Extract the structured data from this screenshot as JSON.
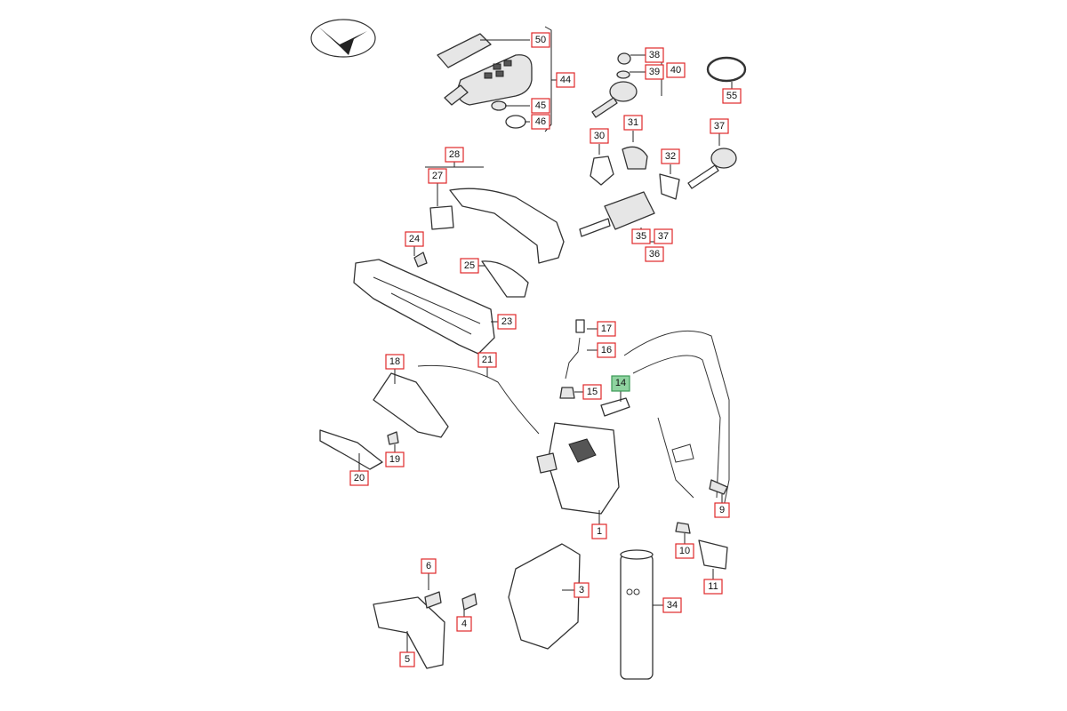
{
  "diagram": {
    "selected_part": "14",
    "callouts": [
      {
        "id": "50",
        "label": "50"
      },
      {
        "id": "44",
        "label": "44"
      },
      {
        "id": "45",
        "label": "45"
      },
      {
        "id": "46",
        "label": "46"
      },
      {
        "id": "38",
        "label": "38"
      },
      {
        "id": "39",
        "label": "39"
      },
      {
        "id": "40",
        "label": "40"
      },
      {
        "id": "55",
        "label": "55"
      },
      {
        "id": "30",
        "label": "30"
      },
      {
        "id": "31",
        "label": "31"
      },
      {
        "id": "32",
        "label": "32"
      },
      {
        "id": "37a",
        "label": "37"
      },
      {
        "id": "28",
        "label": "28"
      },
      {
        "id": "27",
        "label": "27"
      },
      {
        "id": "35",
        "label": "35"
      },
      {
        "id": "37b",
        "label": "37"
      },
      {
        "id": "36",
        "label": "36"
      },
      {
        "id": "24",
        "label": "24"
      },
      {
        "id": "25",
        "label": "25"
      },
      {
        "id": "23",
        "label": "23"
      },
      {
        "id": "17",
        "label": "17"
      },
      {
        "id": "16",
        "label": "16"
      },
      {
        "id": "15",
        "label": "15"
      },
      {
        "id": "14",
        "label": "14"
      },
      {
        "id": "18",
        "label": "18"
      },
      {
        "id": "21",
        "label": "21"
      },
      {
        "id": "19",
        "label": "19"
      },
      {
        "id": "20",
        "label": "20"
      },
      {
        "id": "1",
        "label": "1"
      },
      {
        "id": "9",
        "label": "9"
      },
      {
        "id": "10",
        "label": "10"
      },
      {
        "id": "11",
        "label": "11"
      },
      {
        "id": "6",
        "label": "6"
      },
      {
        "id": "4",
        "label": "4"
      },
      {
        "id": "5",
        "label": "5"
      },
      {
        "id": "3",
        "label": "3"
      },
      {
        "id": "34",
        "label": "34"
      }
    ]
  }
}
